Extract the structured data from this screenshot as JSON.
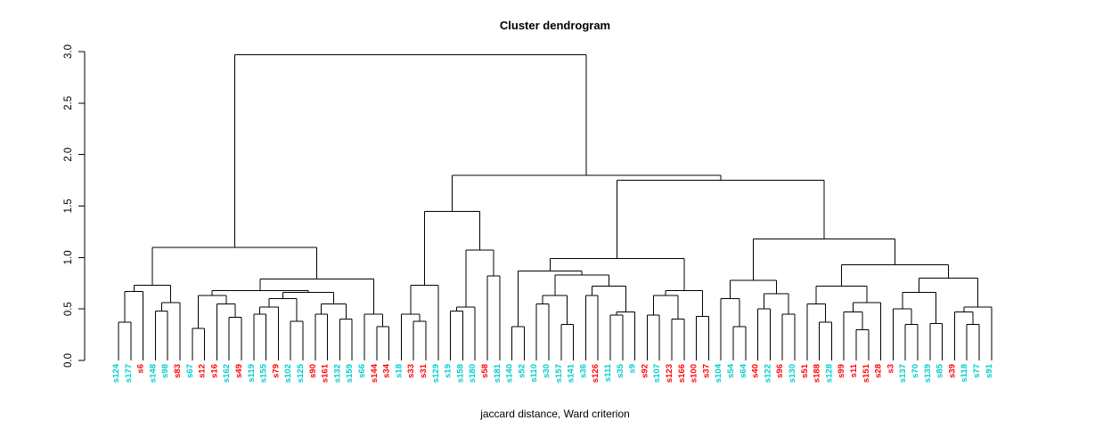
{
  "chart_data": {
    "type": "dendrogram",
    "title": "Cluster dendrogram",
    "xlabel": "jaccard distance, Ward criterion",
    "ylim": [
      0,
      3
    ],
    "yticks": [
      "0.0",
      "0.5",
      "1.0",
      "1.5",
      "2.0",
      "2.5",
      "3.0"
    ],
    "legend_position": "none",
    "grid": false,
    "palette": {
      "cyan": "#00CCCC",
      "red": "#FF0000",
      "line": "#000000"
    },
    "leaves": [
      {
        "t": "s124",
        "c": "cyan"
      },
      {
        "t": "s177",
        "c": "cyan"
      },
      {
        "t": "s6",
        "c": "red"
      },
      {
        "t": "s148",
        "c": "cyan"
      },
      {
        "t": "s98",
        "c": "cyan"
      },
      {
        "t": "s83",
        "c": "red"
      },
      {
        "t": "s67",
        "c": "cyan"
      },
      {
        "t": "s12",
        "c": "red"
      },
      {
        "t": "s16",
        "c": "red"
      },
      {
        "t": "s162",
        "c": "cyan"
      },
      {
        "t": "s49",
        "c": "red"
      },
      {
        "t": "s119",
        "c": "cyan"
      },
      {
        "t": "s155",
        "c": "cyan"
      },
      {
        "t": "s79",
        "c": "red"
      },
      {
        "t": "s102",
        "c": "cyan"
      },
      {
        "t": "s125",
        "c": "cyan"
      },
      {
        "t": "s90",
        "c": "red"
      },
      {
        "t": "s161",
        "c": "red"
      },
      {
        "t": "s132",
        "c": "cyan"
      },
      {
        "t": "s159",
        "c": "cyan"
      },
      {
        "t": "s66",
        "c": "cyan"
      },
      {
        "t": "s144",
        "c": "red"
      },
      {
        "t": "s34",
        "c": "red"
      },
      {
        "t": "s18",
        "c": "cyan"
      },
      {
        "t": "s33",
        "c": "red"
      },
      {
        "t": "s31",
        "c": "red"
      },
      {
        "t": "s129",
        "c": "cyan"
      },
      {
        "t": "s19",
        "c": "cyan"
      },
      {
        "t": "s158",
        "c": "cyan"
      },
      {
        "t": "s180",
        "c": "cyan"
      },
      {
        "t": "s58",
        "c": "red"
      },
      {
        "t": "s181",
        "c": "cyan"
      },
      {
        "t": "s140",
        "c": "cyan"
      },
      {
        "t": "s52",
        "c": "cyan"
      },
      {
        "t": "s110",
        "c": "cyan"
      },
      {
        "t": "s30",
        "c": "cyan"
      },
      {
        "t": "s157",
        "c": "cyan"
      },
      {
        "t": "s141",
        "c": "cyan"
      },
      {
        "t": "s36",
        "c": "cyan"
      },
      {
        "t": "s126",
        "c": "red"
      },
      {
        "t": "s111",
        "c": "cyan"
      },
      {
        "t": "s35",
        "c": "cyan"
      },
      {
        "t": "s9",
        "c": "cyan"
      },
      {
        "t": "s92",
        "c": "red"
      },
      {
        "t": "s107",
        "c": "cyan"
      },
      {
        "t": "s123",
        "c": "red"
      },
      {
        "t": "s166",
        "c": "red"
      },
      {
        "t": "s100",
        "c": "red"
      },
      {
        "t": "s37",
        "c": "red"
      },
      {
        "t": "s104",
        "c": "cyan"
      },
      {
        "t": "s54",
        "c": "cyan"
      },
      {
        "t": "s64",
        "c": "cyan"
      },
      {
        "t": "s40",
        "c": "red"
      },
      {
        "t": "s122",
        "c": "cyan"
      },
      {
        "t": "s96",
        "c": "red"
      },
      {
        "t": "s130",
        "c": "cyan"
      },
      {
        "t": "s51",
        "c": "red"
      },
      {
        "t": "s188",
        "c": "red"
      },
      {
        "t": "s128",
        "c": "cyan"
      },
      {
        "t": "s99",
        "c": "red"
      },
      {
        "t": "s11",
        "c": "red"
      },
      {
        "t": "s151",
        "c": "red"
      },
      {
        "t": "s28",
        "c": "red"
      },
      {
        "t": "s3",
        "c": "red"
      },
      {
        "t": "s137",
        "c": "cyan"
      },
      {
        "t": "s70",
        "c": "cyan"
      },
      {
        "t": "s139",
        "c": "cyan"
      },
      {
        "t": "s85",
        "c": "cyan"
      },
      {
        "t": "s39",
        "c": "red"
      },
      {
        "t": "s118",
        "c": "cyan"
      },
      {
        "t": "s77",
        "c": "cyan"
      },
      {
        "t": "s91",
        "c": "cyan"
      }
    ],
    "tree": [
      2.97,
      [
        1.1,
        [
          0.73,
          [
            0.67,
            [
              0.37,
              0,
              1
            ],
            2
          ],
          [
            0.56,
            [
              0.48,
              3,
              4
            ],
            5
          ]
        ],
        [
          0.79,
          [
            0.68,
            [
              0.63,
              [
                0.31,
                6,
                7
              ],
              [
                0.55,
                8,
                [
                  0.42,
                  9,
                  10
                ]
              ]
            ],
            [
              0.66,
              [
                0.6,
                [
                  0.52,
                  [
                    0.45,
                    11,
                    12
                  ],
                  13
                ],
                [
                  0.38,
                  14,
                  15
                ]
              ],
              [
                0.55,
                [
                  0.45,
                  16,
                  17
                ],
                [
                  0.4,
                  18,
                  19
                ]
              ]
            ]
          ],
          [
            0.45,
            20,
            [
              0.33,
              21,
              22
            ]
          ]
        ]
      ],
      [
        1.8,
        [
          1.45,
          [
            0.73,
            [
              0.45,
              23,
              [
                0.38,
                24,
                25
              ]
            ],
            26
          ],
          [
            1.07,
            [
              0.52,
              [
                0.48,
                27,
                28
              ],
              29
            ],
            [
              0.82,
              30,
              31
            ]
          ]
        ],
        [
          1.75,
          [
            0.99,
            [
              0.87,
              [
                0.33,
                32,
                33
              ],
              [
                0.83,
                [
                  0.63,
                  [
                    0.55,
                    34,
                    35
                  ],
                  [
                    0.35,
                    36,
                    37
                  ]
                ],
                [
                  0.72,
                  [
                    0.63,
                    38,
                    39
                  ],
                  [
                    0.47,
                    [
                      0.44,
                      40,
                      41
                    ],
                    42
                  ]
                ]
              ]
            ],
            [
              0.68,
              [
                0.63,
                [
                  0.44,
                  43,
                  44
                ],
                [
                  0.4,
                  45,
                  46
                ]
              ],
              [
                0.43,
                47,
                48
              ]
            ]
          ],
          [
            1.18,
            [
              0.78,
              [
                0.6,
                49,
                [
                  0.33,
                  50,
                  51
                ]
              ],
              [
                0.65,
                [
                  0.5,
                  52,
                  53
                ],
                [
                  0.45,
                  54,
                  55
                ]
              ]
            ],
            [
              0.93,
              [
                0.72,
                [
                  0.55,
                  56,
                  [
                    0.37,
                    57,
                    58
                  ]
                ],
                [
                  0.56,
                  [
                    0.47,
                    59,
                    [
                      0.3,
                      60,
                      61
                    ]
                  ],
                  62
                ]
              ],
              [
                0.8,
                [
                  0.66,
                  [
                    0.5,
                    63,
                    [
                      0.35,
                      64,
                      65
                    ]
                  ],
                  [
                    0.36,
                    66,
                    67
                  ]
                ],
                [
                  0.52,
                  [
                    0.47,
                    68,
                    [
                      0.35,
                      69,
                      70
                    ]
                  ],
                  71
                ]
              ]
            ]
          ]
        ]
      ]
    ]
  }
}
